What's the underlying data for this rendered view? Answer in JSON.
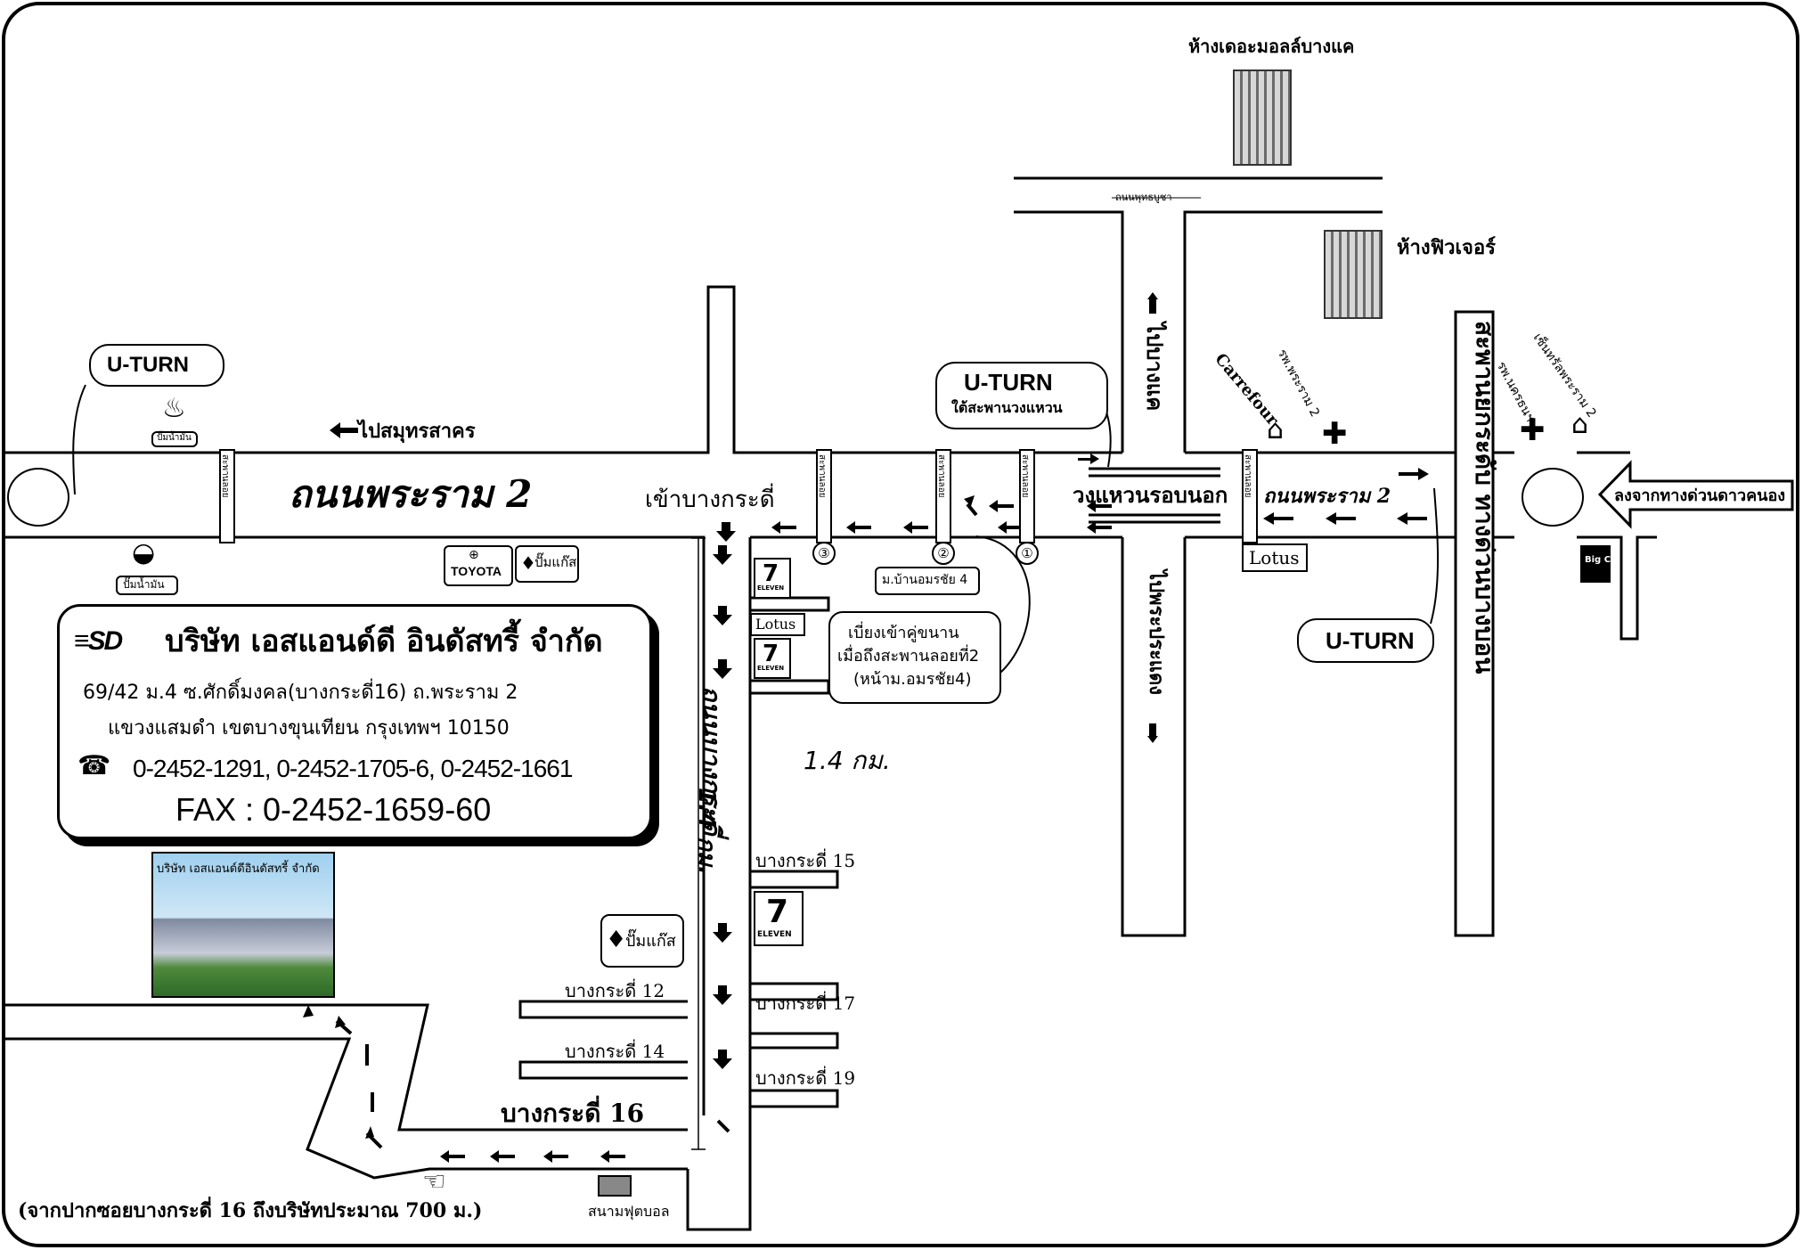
{
  "company": {
    "name": "บริษัท เอสแอนด์ดี อินดัสทรี้ จำกัด",
    "address_line1": "69/42 ม.4 ซ.ศักดิ์มงคล(บางกระดี่16) ถ.พระราม 2",
    "address_line2": "แขวงแสมดำ เขตบางขุนเทียน กรุงเทพฯ 10150",
    "phones": "0-2452-1291, 0-2452-1705-6, 0-2452-1661",
    "fax": "FAX : 0-2452-1659-60",
    "photo_caption": "บริษัท เอสแอนด์ดีอินดัสทรี้ จำกัด"
  },
  "roads": {
    "rama2_main": "ถนนพระราม 2",
    "rama2_east": "ถนนพระราม 2",
    "bangkradi_road": "ถนนบางกระดี่",
    "pracha_uthit": "ถนนพุทธบูชา",
    "top_road": "ถนนพุทธบูชา",
    "ring_road": "วงแหวนรอบนอก",
    "expressway": "สะพานยกระดับ ทางด่วนบางบอน"
  },
  "directions": {
    "to_samut_sakhon": "ไปสมุทรสาคร",
    "to_bangkok": "ไปบางแค",
    "to_phra_pradaeng": "ไปพระประแดง",
    "enter_bangkradi": "เข้าบางกระดี่",
    "from_expressway": "ลงจากทางด่วนดาวคนอง",
    "distance_from_soi": "(จากปากซอยบางกระดี่ 16 ถึงบริษัทประมาณ 700 ม.)"
  },
  "uturns": {
    "left": "U-TURN",
    "middle": "U-TURN",
    "middle_sub": "ใต้สะพานวงแหวน",
    "right": "U-TURN"
  },
  "landmarks": {
    "the_mall": "ห้างเดอะมอลล์บางแค",
    "future": "ห้างฟิวเจอร์",
    "carrefour": "Carrefour",
    "hospital_rama2": "รพ.พระราม 2",
    "hospital_nakhon": "รพ.นครธนฯ",
    "central_rama2": "เซ็นทรัลพระราม 2",
    "lotus_main": "Lotus",
    "lotus_soi": "Lotus",
    "toyota": "TOYOTA",
    "gas_station1": "ปั๊มแก๊ส",
    "gas_station2": "ปั๊มแก๊ส",
    "oil_station_ptt": "ปั๊มน้ำมัน",
    "oil_station_shell": "ปั๊มน้ำมัน",
    "village": "ม.บ้านอมรชัย 4",
    "football_field": "สนามฟุตบอล",
    "big_c": "Big C",
    "seven_eleven": "7",
    "eleven": "ELEVEN"
  },
  "bridge_labels": {
    "label": "สะพานลอย",
    "num1": "①",
    "num2": "②",
    "num3": "③"
  },
  "note": {
    "line1": "เบี่ยงเข้าคู่ขนาน",
    "line2": "เมื่อถึงสะพานลอยที่2",
    "line3": "(หน้าม.อมรชัย4)"
  },
  "distances": {
    "along_road": "1.4 กม.",
    "km_label": "1.4 กม."
  },
  "sois": {
    "s12": "บางกระดี่ 12",
    "s14": "บางกระดี่ 14",
    "s15": "บางกระดี่ 15",
    "s16": "บางกระดี่ 16",
    "s17": "บางกระดี่ 17",
    "s19": "บางกระดี่ 19"
  }
}
